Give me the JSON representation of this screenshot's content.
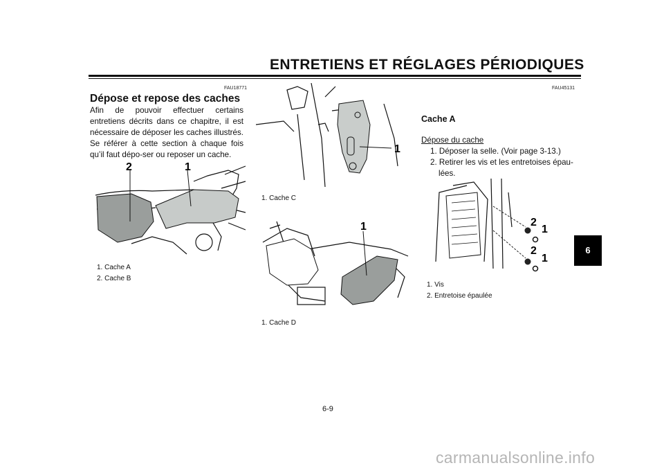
{
  "header": {
    "title": "ENTRETIENS ET RÉGLAGES PÉRIODIQUES"
  },
  "left": {
    "code": "FAU18771",
    "title": "Dépose et repose des caches",
    "body": "Afin de pouvoir effectuer certains entretiens décrits dans ce chapitre, il est nécessaire de déposer les caches illustrés. Se référer à cette section à chaque fois qu’il faut dépo-ser ou reposer un cache.",
    "fig1": {
      "labels": [
        "2",
        "1"
      ],
      "captions": [
        "1.  Cache A",
        "2.  Cache B"
      ]
    }
  },
  "middle": {
    "fig_c": {
      "label": "1",
      "caption": "1.  Cache C"
    },
    "fig_d": {
      "label": "1",
      "caption": "1.  Cache D"
    }
  },
  "right": {
    "code": "FAU45131",
    "subtitle": "Cache A",
    "heading": "Dépose du cache",
    "steps": [
      "1.  Déposer la selle. (Voir page 3-13.)",
      "2.  Retirer les vis et les entretoises épau-",
      "lées."
    ],
    "fig": {
      "labels": [
        "2",
        "1",
        "2",
        "1"
      ],
      "captions": [
        "1.  Vis",
        "2.  Entretoise épaulée"
      ]
    }
  },
  "tab": "6",
  "page_number": "6-9",
  "watermark": "carmanualsonline.info"
}
